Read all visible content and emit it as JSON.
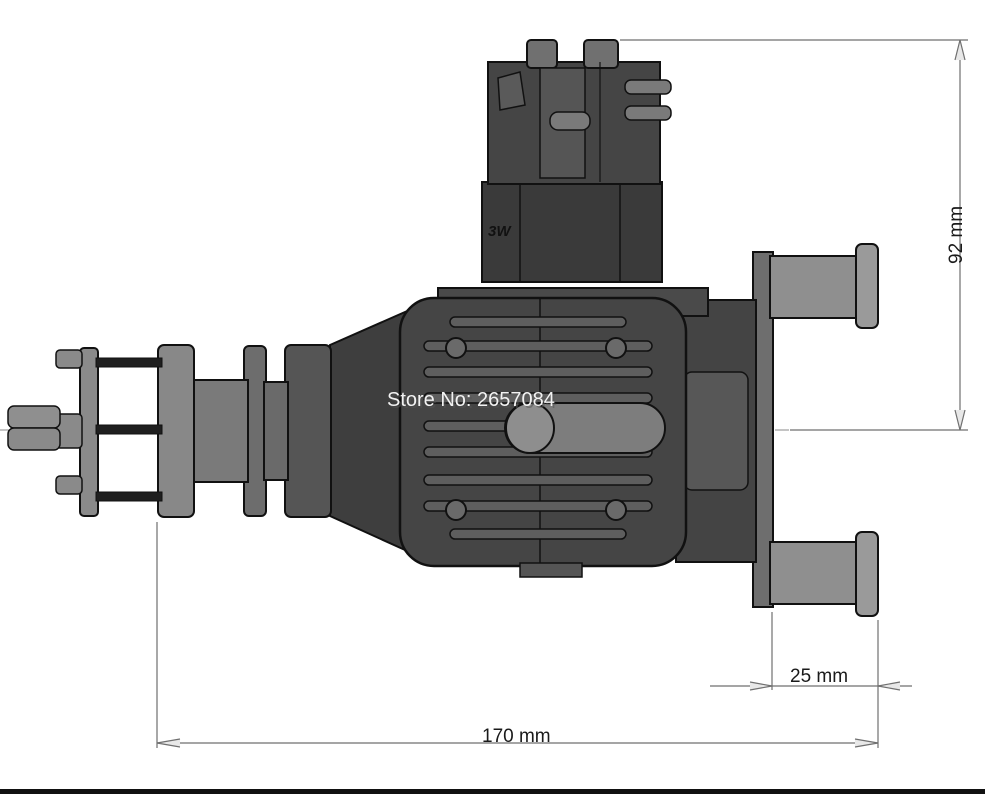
{
  "dimensions": {
    "height": "92 mm",
    "length": "170 mm",
    "mount": "25 mm"
  },
  "watermark": "Store No: 2657084",
  "engine_logo": "3W",
  "colors": {
    "body_dark": "#3b3b3b",
    "body_mid": "#555555",
    "body_light": "#8a8a8a",
    "outline": "#111111",
    "dimension_line": "#6f6f6f",
    "background": "#ffffff"
  }
}
